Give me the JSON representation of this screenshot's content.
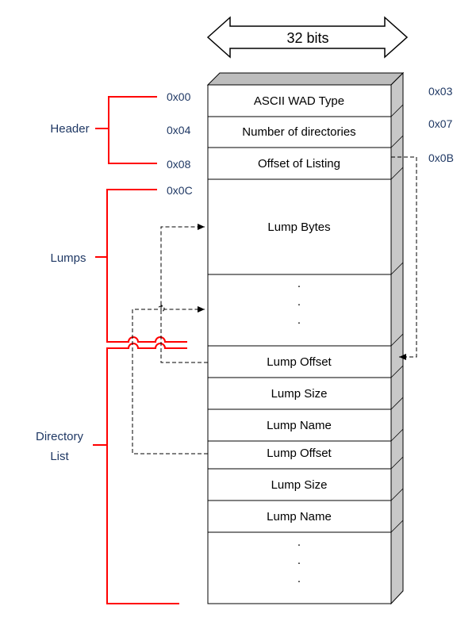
{
  "colors": {
    "bracket": "#ff0000",
    "label": "#1f3864",
    "cell_stroke": "#000000",
    "side_face": "#c8c8c8",
    "top_face": "#bdbdbd"
  },
  "width_label": "32 bits",
  "cells": {
    "wad_type": "ASCII WAD Type",
    "num_dirs": "Number of directories",
    "listing_offset": "Offset of Listing",
    "lump_bytes": "Lump Bytes",
    "dots": ".",
    "dir1_offset": "Lump Offset",
    "dir1_size": "Lump Size",
    "dir1_name": "Lump Name",
    "dir2_offset": "Lump Offset",
    "dir2_size": "Lump Size",
    "dir2_name": "Lump Name"
  },
  "addresses_left": {
    "a00": "0x00",
    "a04": "0x04",
    "a08": "0x08",
    "a0c": "0x0C"
  },
  "addresses_right": {
    "a03": "0x03",
    "a07": "0x07",
    "a0b": "0x0B"
  },
  "groups": {
    "header": "Header",
    "lumps": "Lumps",
    "directory_line1": "Directory",
    "directory_line2": "List"
  }
}
